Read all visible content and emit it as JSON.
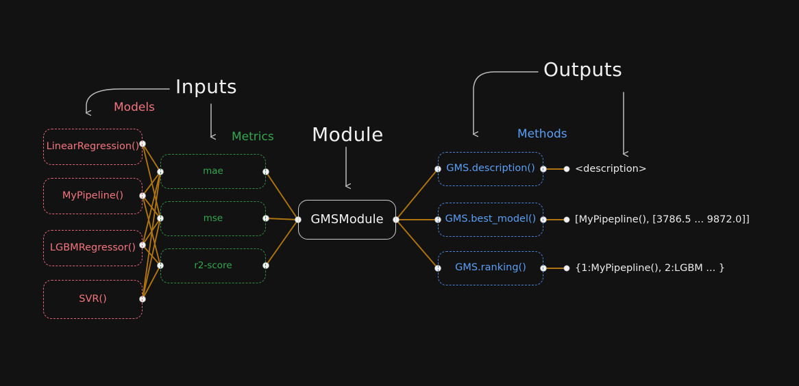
{
  "theme": {
    "background": "#121212",
    "models_color": "#f4757f",
    "metrics_color": "#34a74f",
    "methods_color": "#5b9ff5",
    "module_color": "#f2f2f2",
    "edge_color": "#b07410",
    "node_dot_color": "#f2f2f2",
    "arrow_color": "#bdbdbd",
    "output_text_color": "#eaeaea"
  },
  "headers": {
    "inputs": "Inputs",
    "module": "Module",
    "outputs": "Outputs"
  },
  "groups": {
    "models_label": "Models",
    "metrics_label": "Metrics",
    "methods_label": "Methods"
  },
  "models": [
    {
      "label": "LinearRegression()"
    },
    {
      "label": "MyPipeline()"
    },
    {
      "label": "LGBMRegressor()"
    },
    {
      "label": "SVR()"
    }
  ],
  "metrics": [
    {
      "label": "mae"
    },
    {
      "label": "mse"
    },
    {
      "label": "r2-score"
    }
  ],
  "module": {
    "label": "GMSModule"
  },
  "methods": [
    {
      "label": "GMS.description()"
    },
    {
      "label": "GMS.best_model()"
    },
    {
      "label": "GMS.ranking()"
    }
  ],
  "outputs": [
    {
      "label": "<description>"
    },
    {
      "label": "[MyPipepline(), [3786.5 ... 9872.0]]"
    },
    {
      "label": "{1:MyPipepline(), 2:LGBM ... }"
    }
  ]
}
